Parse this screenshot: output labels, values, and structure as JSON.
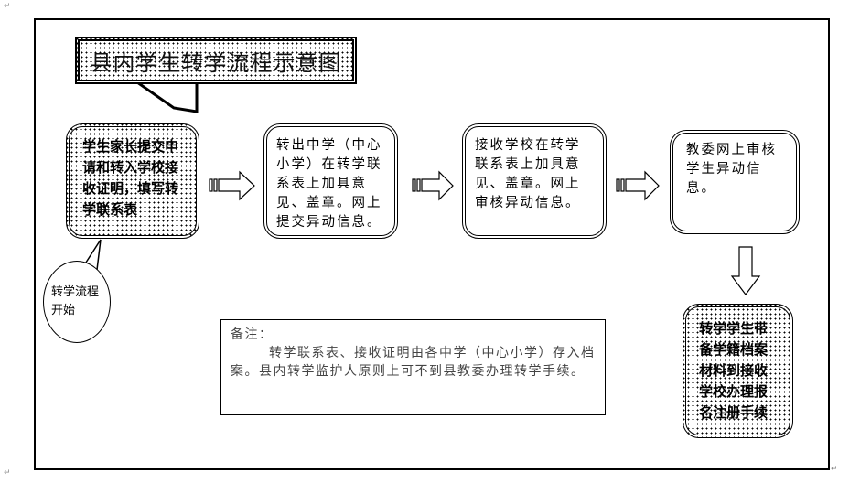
{
  "title": "县内学生转学流程示意图",
  "steps": [
    {
      "text": "学生家长提交申请和转入学校接收证明，填写转学联系表"
    },
    {
      "text": "转出中学（中心小学）在转学联系表上加具意见、盖章。网上提交异动信息。"
    },
    {
      "text": "接收学校在转学联系表上加具意见、盖章。网上审核异动信息。"
    },
    {
      "text": "教委网上审核学生异动信息。"
    },
    {
      "text": "转学学生带备学籍档案材料到接收学校办理报名注册手续"
    }
  ],
  "start_label": "转学流程开始",
  "note": {
    "heading": "备注：",
    "body": "转学联系表、接收证明由各中学（中心小学）存入档案。县内转学监护人原则上可不到县教委办理转学手续。"
  },
  "paragraph_mark": "↵"
}
